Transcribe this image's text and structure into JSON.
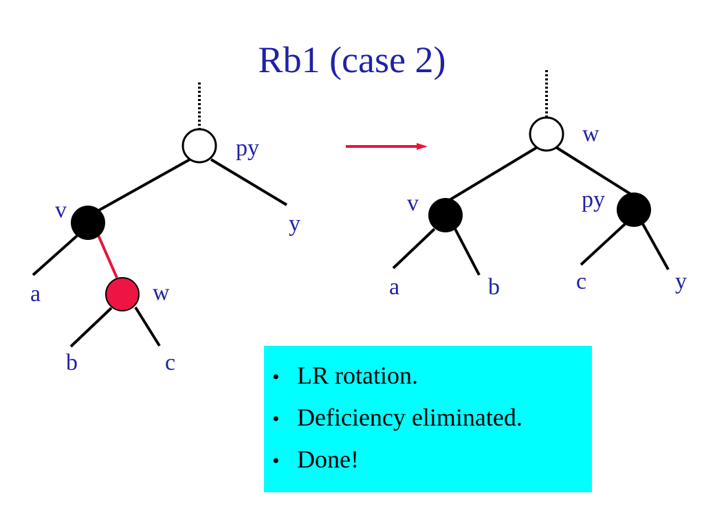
{
  "title": "Rb1 (case 2)",
  "colors": {
    "text": "#1f22a6",
    "edge": "#000000",
    "red_edge": "#e8143c",
    "red_node": "#ee1443",
    "black_node": "#000000",
    "white_node": "#ffffff",
    "arrow": "#e8143c",
    "box_bg": "#00ffff"
  },
  "before": {
    "node_labels": {
      "py": "py",
      "v": "v",
      "w": "w"
    },
    "leaf_labels": {
      "y": "y",
      "a": "a",
      "b": "b",
      "c": "c"
    }
  },
  "after": {
    "node_labels": {
      "w": "w",
      "v": "v",
      "py": "py"
    },
    "leaf_labels": {
      "a": "a",
      "b": "b",
      "c": "c",
      "y": "y"
    }
  },
  "notes": [
    "LR rotation.",
    "Deficiency eliminated.",
    "Done!"
  ]
}
